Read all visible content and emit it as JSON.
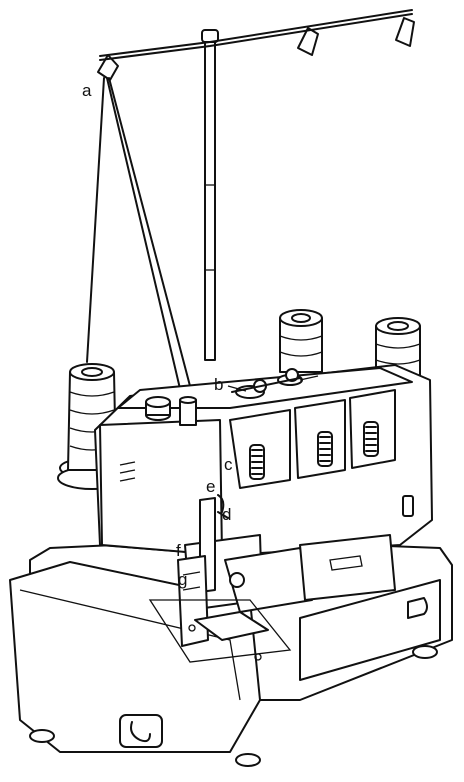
{
  "labels": {
    "a": "a",
    "b": "b",
    "c": "c",
    "d": "d",
    "e": "e",
    "f": "f",
    "g": "g"
  }
}
